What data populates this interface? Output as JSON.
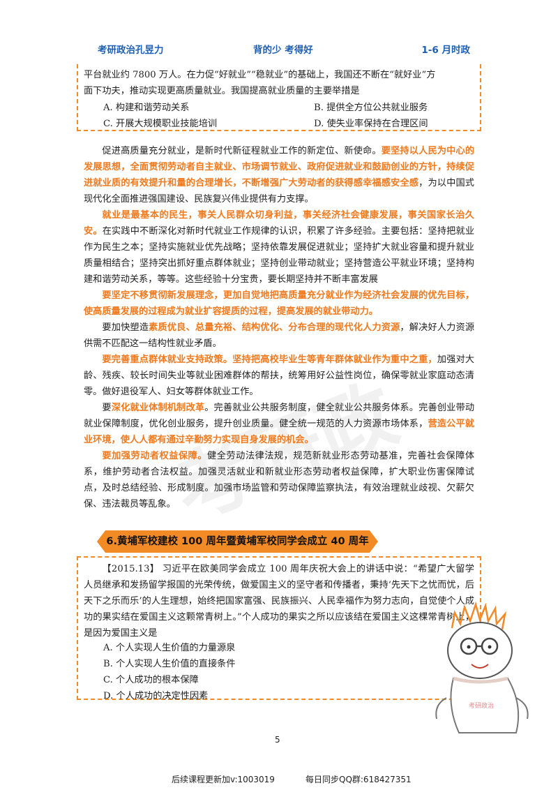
{
  "header": {
    "left": "考研政治孔昱力",
    "center": "背的少 考得好",
    "right": "1-6 月时政"
  },
  "box1": {
    "line1": "平台就业约 7800 万人。在力促“好就业”“稳就业”的基础上，我国还不断在“就好业”方",
    "line2": "面下功夫，推动实现更高质量就业。我国提高就业质量的主要举措是",
    "optA": "A. 构建和谐劳动关系",
    "optB": "B. 提供全方位公共就业服务",
    "optC": "C. 开展大规模职业技能培训",
    "optD": "D. 使失业率保持在合理区间"
  },
  "main": {
    "p1_a": "促进高质量充分就业，是新时代新征程就业工作的新定位、新使命。",
    "p1_b": "要坚持以人民为中心的发展思想，全面贯彻劳动者自主就业、市场调节就业、政府促进就业和鼓励创业的方针，持续促进就业质的有效提升和量的合理增长，不断增强广大劳动者的获得感幸福感安全感",
    "p1_c": "，为以中国式现代化全面推进强国建设、民族复兴伟业提供有力支撑。",
    "p2_a": "就业是最基本的民生，事关人民群众切身利益，事关经济社会健康发展，事关国家长治久安。",
    "p2_b": "在实践中不断深化对新时代就业工作规律的认识，积累了许多经验。主要包括：坚持把就业作为民生之本；坚持实施就业优先战略；坚持依靠发展促进就业；坚持扩大就业容量和提升就业质量相结合；坚持突出抓好重点群体就业；坚持创业带动就业；坚持营造公平就业环境；坚持构建和谐劳动关系，等等。这些经验十分宝贵，要长期坚持并不断丰富发展",
    "p3": "要坚定不移贯彻新发展理念，更加自觉地把高质量充分就业作为经济社会发展的优先目标，使高质量发展的过程成为就业扩容提质的过程，提高发展的就业带动力。",
    "p4_a": "要加快塑造",
    "p4_b": "素质优良、总量充裕、结构优化、分布合理的现代化人力资源",
    "p4_c": "，解决好人力资源供需不匹配这一结构性就业矛盾。",
    "p5_a": "要完善重点群体就业支持政策。坚持把高校毕业生等青年群体就业作为重中之重，",
    "p5_b": "加强对大龄、残疾、较长时间失业等就业困难群体的帮扶，统筹用好公益性岗位，确保零就业家庭动态清零。做好退役军人、妇女等群体就业工作。",
    "p6_a": "要",
    "p6_b": "深化就业体制机制改革",
    "p6_c": "。完善就业公共服务制度，健全就业公共服务体系。完善创业带动就业保障制度，优化创业服务，提升创业质量。健全统一规范的人力资源市场体系，",
    "p6_d": "营造公平就业环境，使人人都有通过辛勤努力实现自身发展的机会。",
    "p7_a": "要加强劳动者权益保障。",
    "p7_b": "健全劳动法律法规，规范新就业形态劳动基准，完善社会保障体系，维护劳动者合法权益。加强灵活就业和新就业形态劳动者权益保障，扩大职业伤害保障试点，及时总结经验、形成制度。加强市场监管和劳动保障监察执法，有效治理就业歧视、欠薪欠保、违法裁员等乱象。"
  },
  "banner": {
    "title": "6.黄埔军校建校 100 周年暨黄埔军校同学会成立 40 周年"
  },
  "box2": {
    "stem": "【2015.13】 习近平在欧美同学会成立 100 周年庆祝大会上的讲话中说：“希望广大留学人员继承和发扬留学报国的光荣传统，做爱国主义的坚守者和传播者，秉持‘先天下之忧而忧，后天下之乐而乐’的人生理想，始终把国家富强、民族振兴、人民幸福作为努力志向，自觉使个人成功的果实结在爱国主义这颗常青树上。”个人成功的果实之所以应该结在爱国主义这棵常青树上，是因为爱国主义是",
    "optA": "A. 个人实现人生价值的力量源泉",
    "optB": "B. 个人实现人生价值的直接条件",
    "optC": "C. 个人成功的根本保障",
    "optD": "D. 个人成功的决定性因素"
  },
  "page_number": "5",
  "footer": {
    "left": "后续课程更新加v:1003019",
    "right": "每日同步QQ群:618427351"
  },
  "colors": {
    "header_blue": "#1e5fb4",
    "accent_orange": "#f28a26",
    "highlight_orange": "#f07a1f"
  },
  "watermark": "考研政"
}
